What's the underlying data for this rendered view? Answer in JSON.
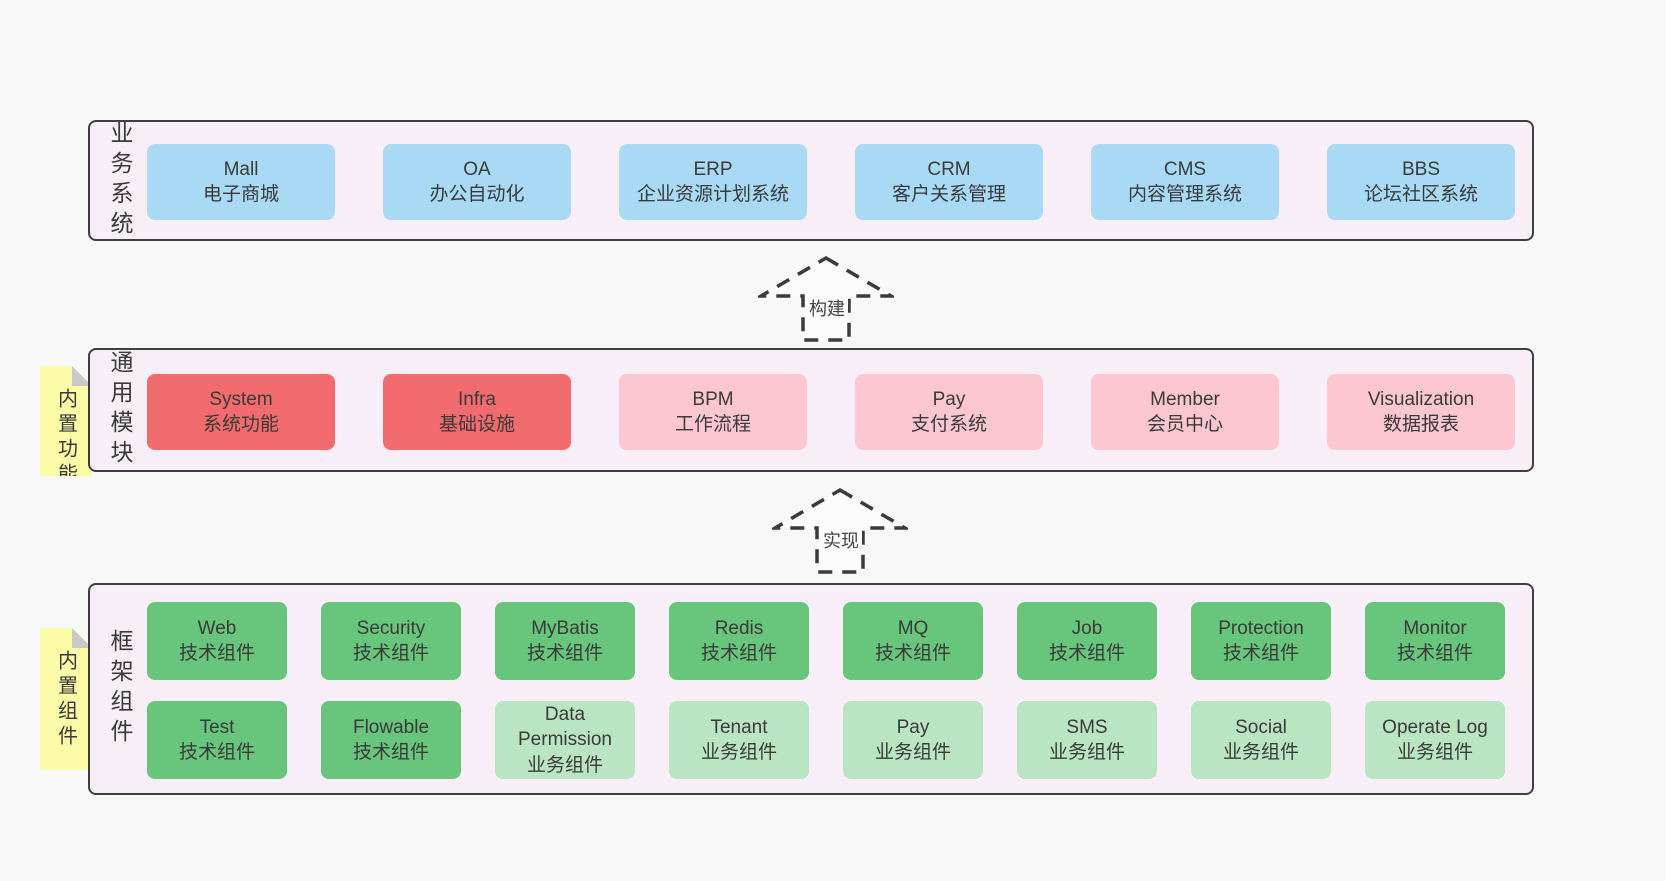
{
  "colors": {
    "pageBg": "#f8f8f8",
    "bandBg": "#f8eef7",
    "bandBorder": "#3f3f3f",
    "text": "#3a3a3a",
    "blue": "#a8daf5",
    "red": "#f26b6e",
    "pink": "#fcc7d1",
    "green": "#67c57c",
    "lightGreen": "#bae5c3",
    "note": "#fbfba8",
    "noteFold": "#c9c9c9",
    "arrowStroke": "#3b3b3b",
    "arrowFill": "#fcfcfc"
  },
  "bands": [
    {
      "label": "业务系统",
      "note": null,
      "rows": [
        [
          {
            "name": "Mall",
            "subtitle": "电子商城",
            "variant": "blue"
          },
          {
            "name": "OA",
            "subtitle": "办公自动化",
            "variant": "blue"
          },
          {
            "name": "ERP",
            "subtitle": "企业资源计划系统",
            "variant": "blue"
          },
          {
            "name": "CRM",
            "subtitle": "客户关系管理",
            "variant": "blue"
          },
          {
            "name": "CMS",
            "subtitle": "内容管理系统",
            "variant": "blue"
          },
          {
            "name": "BBS",
            "subtitle": "论坛社区系统",
            "variant": "blue"
          }
        ]
      ]
    },
    {
      "label": "通用模块",
      "note": "内置功能",
      "rows": [
        [
          {
            "name": "System",
            "subtitle": "系统功能",
            "variant": "red"
          },
          {
            "name": "Infra",
            "subtitle": "基础设施",
            "variant": "red"
          },
          {
            "name": "BPM",
            "subtitle": "工作流程",
            "variant": "pink"
          },
          {
            "name": "Pay",
            "subtitle": "支付系统",
            "variant": "pink"
          },
          {
            "name": "Member",
            "subtitle": "会员中心",
            "variant": "pink"
          },
          {
            "name": "Visualization",
            "subtitle": "数据报表",
            "variant": "pink"
          }
        ]
      ]
    },
    {
      "label": "框架组件",
      "note": "内置组件",
      "rows": [
        [
          {
            "name": "Web",
            "subtitle": "技术组件",
            "variant": "green"
          },
          {
            "name": "Security",
            "subtitle": "技术组件",
            "variant": "green"
          },
          {
            "name": "MyBatis",
            "subtitle": "技术组件",
            "variant": "green"
          },
          {
            "name": "Redis",
            "subtitle": "技术组件",
            "variant": "green"
          },
          {
            "name": "MQ",
            "subtitle": "技术组件",
            "variant": "green"
          },
          {
            "name": "Job",
            "subtitle": "技术组件",
            "variant": "green"
          },
          {
            "name": "Protection",
            "subtitle": "技术组件",
            "variant": "green"
          },
          {
            "name": "Monitor",
            "subtitle": "技术组件",
            "variant": "green"
          }
        ],
        [
          {
            "name": "Test",
            "subtitle": "技术组件",
            "variant": "green"
          },
          {
            "name": "Flowable",
            "subtitle": "技术组件",
            "variant": "green"
          },
          {
            "name": "Data Permission",
            "subtitle": "业务组件",
            "variant": "lightgreen"
          },
          {
            "name": "Tenant",
            "subtitle": "业务组件",
            "variant": "lightgreen"
          },
          {
            "name": "Pay",
            "subtitle": "业务组件",
            "variant": "lightgreen"
          },
          {
            "name": "SMS",
            "subtitle": "业务组件",
            "variant": "lightgreen"
          },
          {
            "name": "Social",
            "subtitle": "业务组件",
            "variant": "lightgreen"
          },
          {
            "name": "Operate Log",
            "subtitle": "业务组件",
            "variant": "lightgreen"
          }
        ]
      ]
    }
  ],
  "arrows": [
    {
      "label": "构建"
    },
    {
      "label": "实现"
    }
  ]
}
